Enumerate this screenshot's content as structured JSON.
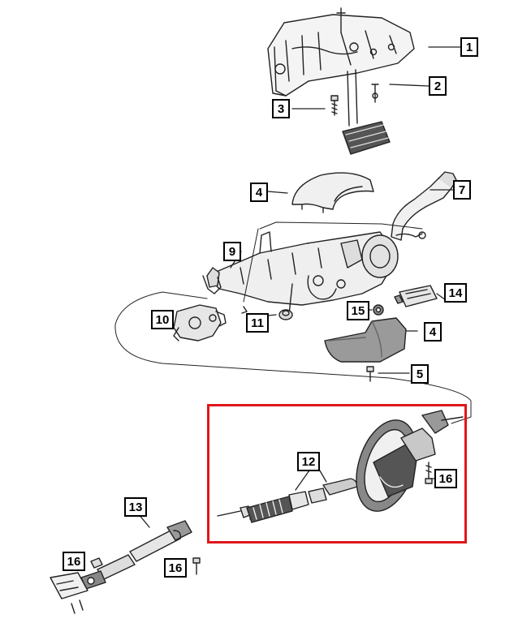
{
  "highlight_color": "#e0161b",
  "callouts": {
    "c1": "1",
    "c2": "2",
    "c3": "3",
    "c4a": "4",
    "c4b": "4",
    "c5": "5",
    "c7": "7",
    "c9": "9",
    "c10": "10",
    "c11": "11",
    "c12": "12",
    "c13": "13",
    "c14": "14",
    "c15": "15",
    "c16a": "16",
    "c16b": "16",
    "c16c": "16"
  }
}
